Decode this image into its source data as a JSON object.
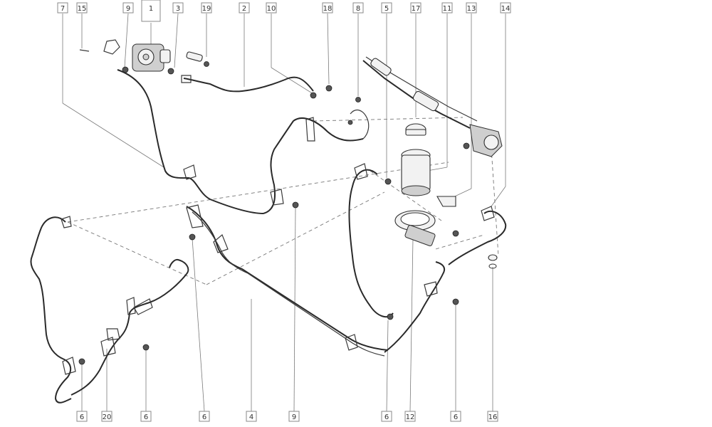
{
  "diagram": {
    "highlight_color": "#d21414",
    "top_callouts": [
      {
        "id": "c7",
        "label": "7"
      },
      {
        "id": "c15",
        "label": "15"
      },
      {
        "id": "c9t",
        "label": "9"
      },
      {
        "id": "c1",
        "label": "1",
        "highlighted": true
      },
      {
        "id": "c3",
        "label": "3"
      },
      {
        "id": "c19",
        "label": "19"
      },
      {
        "id": "c2",
        "label": "2"
      },
      {
        "id": "c10",
        "label": "10"
      },
      {
        "id": "c18",
        "label": "18"
      },
      {
        "id": "c8",
        "label": "8"
      },
      {
        "id": "c5",
        "label": "5"
      },
      {
        "id": "c17",
        "label": "17"
      },
      {
        "id": "c11",
        "label": "11"
      },
      {
        "id": "c13",
        "label": "13"
      },
      {
        "id": "c14",
        "label": "14"
      }
    ],
    "bottom_callouts": [
      {
        "id": "b6a",
        "label": "6"
      },
      {
        "id": "b20",
        "label": "20"
      },
      {
        "id": "b6b",
        "label": "6"
      },
      {
        "id": "b6c",
        "label": "6"
      },
      {
        "id": "b4",
        "label": "4"
      },
      {
        "id": "b9",
        "label": "9"
      },
      {
        "id": "b6d",
        "label": "6"
      },
      {
        "id": "b12",
        "label": "12"
      },
      {
        "id": "b6e",
        "label": "6"
      },
      {
        "id": "b16",
        "label": "16"
      }
    ]
  }
}
